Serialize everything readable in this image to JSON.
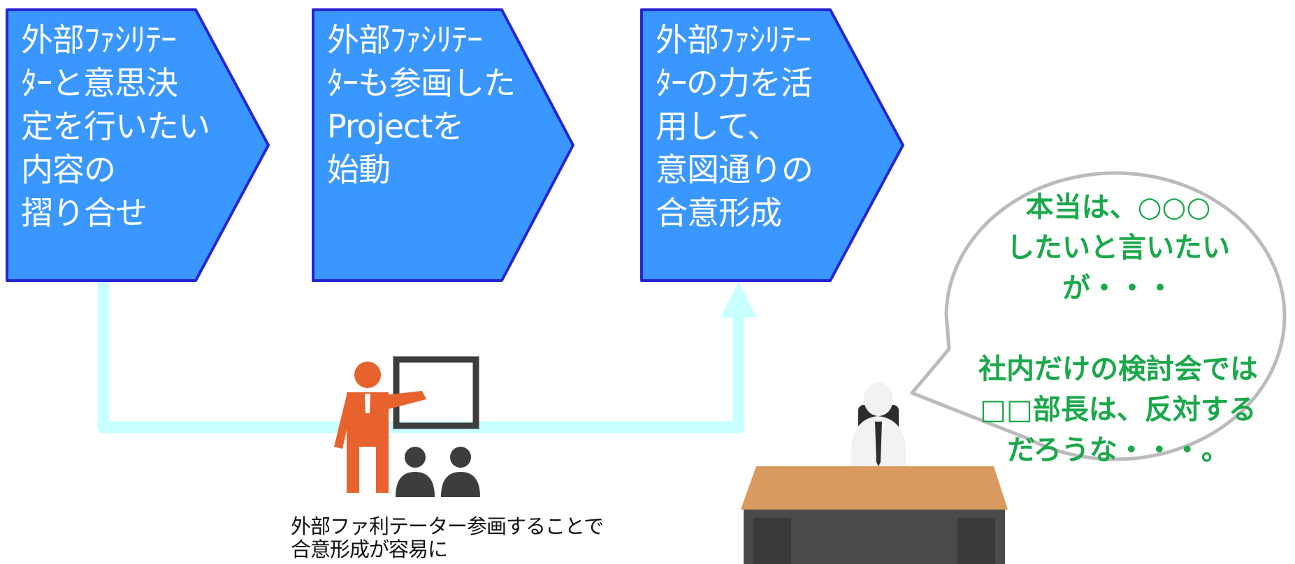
{
  "steps": [
    {
      "text": "外部ﾌｧｼﾘﾃｰ\nﾀｰと意思決\n定を行いたい\n内容の\n摺り合せ"
    },
    {
      "text": "外部ﾌｧｼﾘﾃｰ\nﾀｰも参画した\nProjectを\n始動"
    },
    {
      "text": "外部ﾌｧｼﾘﾃｰ\nﾀｰの力を活\n用して、\n意図通りの\n合意形成"
    }
  ],
  "caption": "外部ファ利テーター参画することで\n合意形成が容易に",
  "speech": "本当は、○○○\nしたいと言いたいが・・・\n\n社内だけの検討会では\n□□部長は、反対する\nだろうな・・・。",
  "colors": {
    "step_fill": "#3a97ff",
    "step_stroke": "#2525d6",
    "flow_arrow": "#c8ffff",
    "presenter": "#e8622e",
    "audience": "#3d3d3d",
    "speech_text": "#1aa84a",
    "bubble_stroke": "#bbbbbb"
  }
}
